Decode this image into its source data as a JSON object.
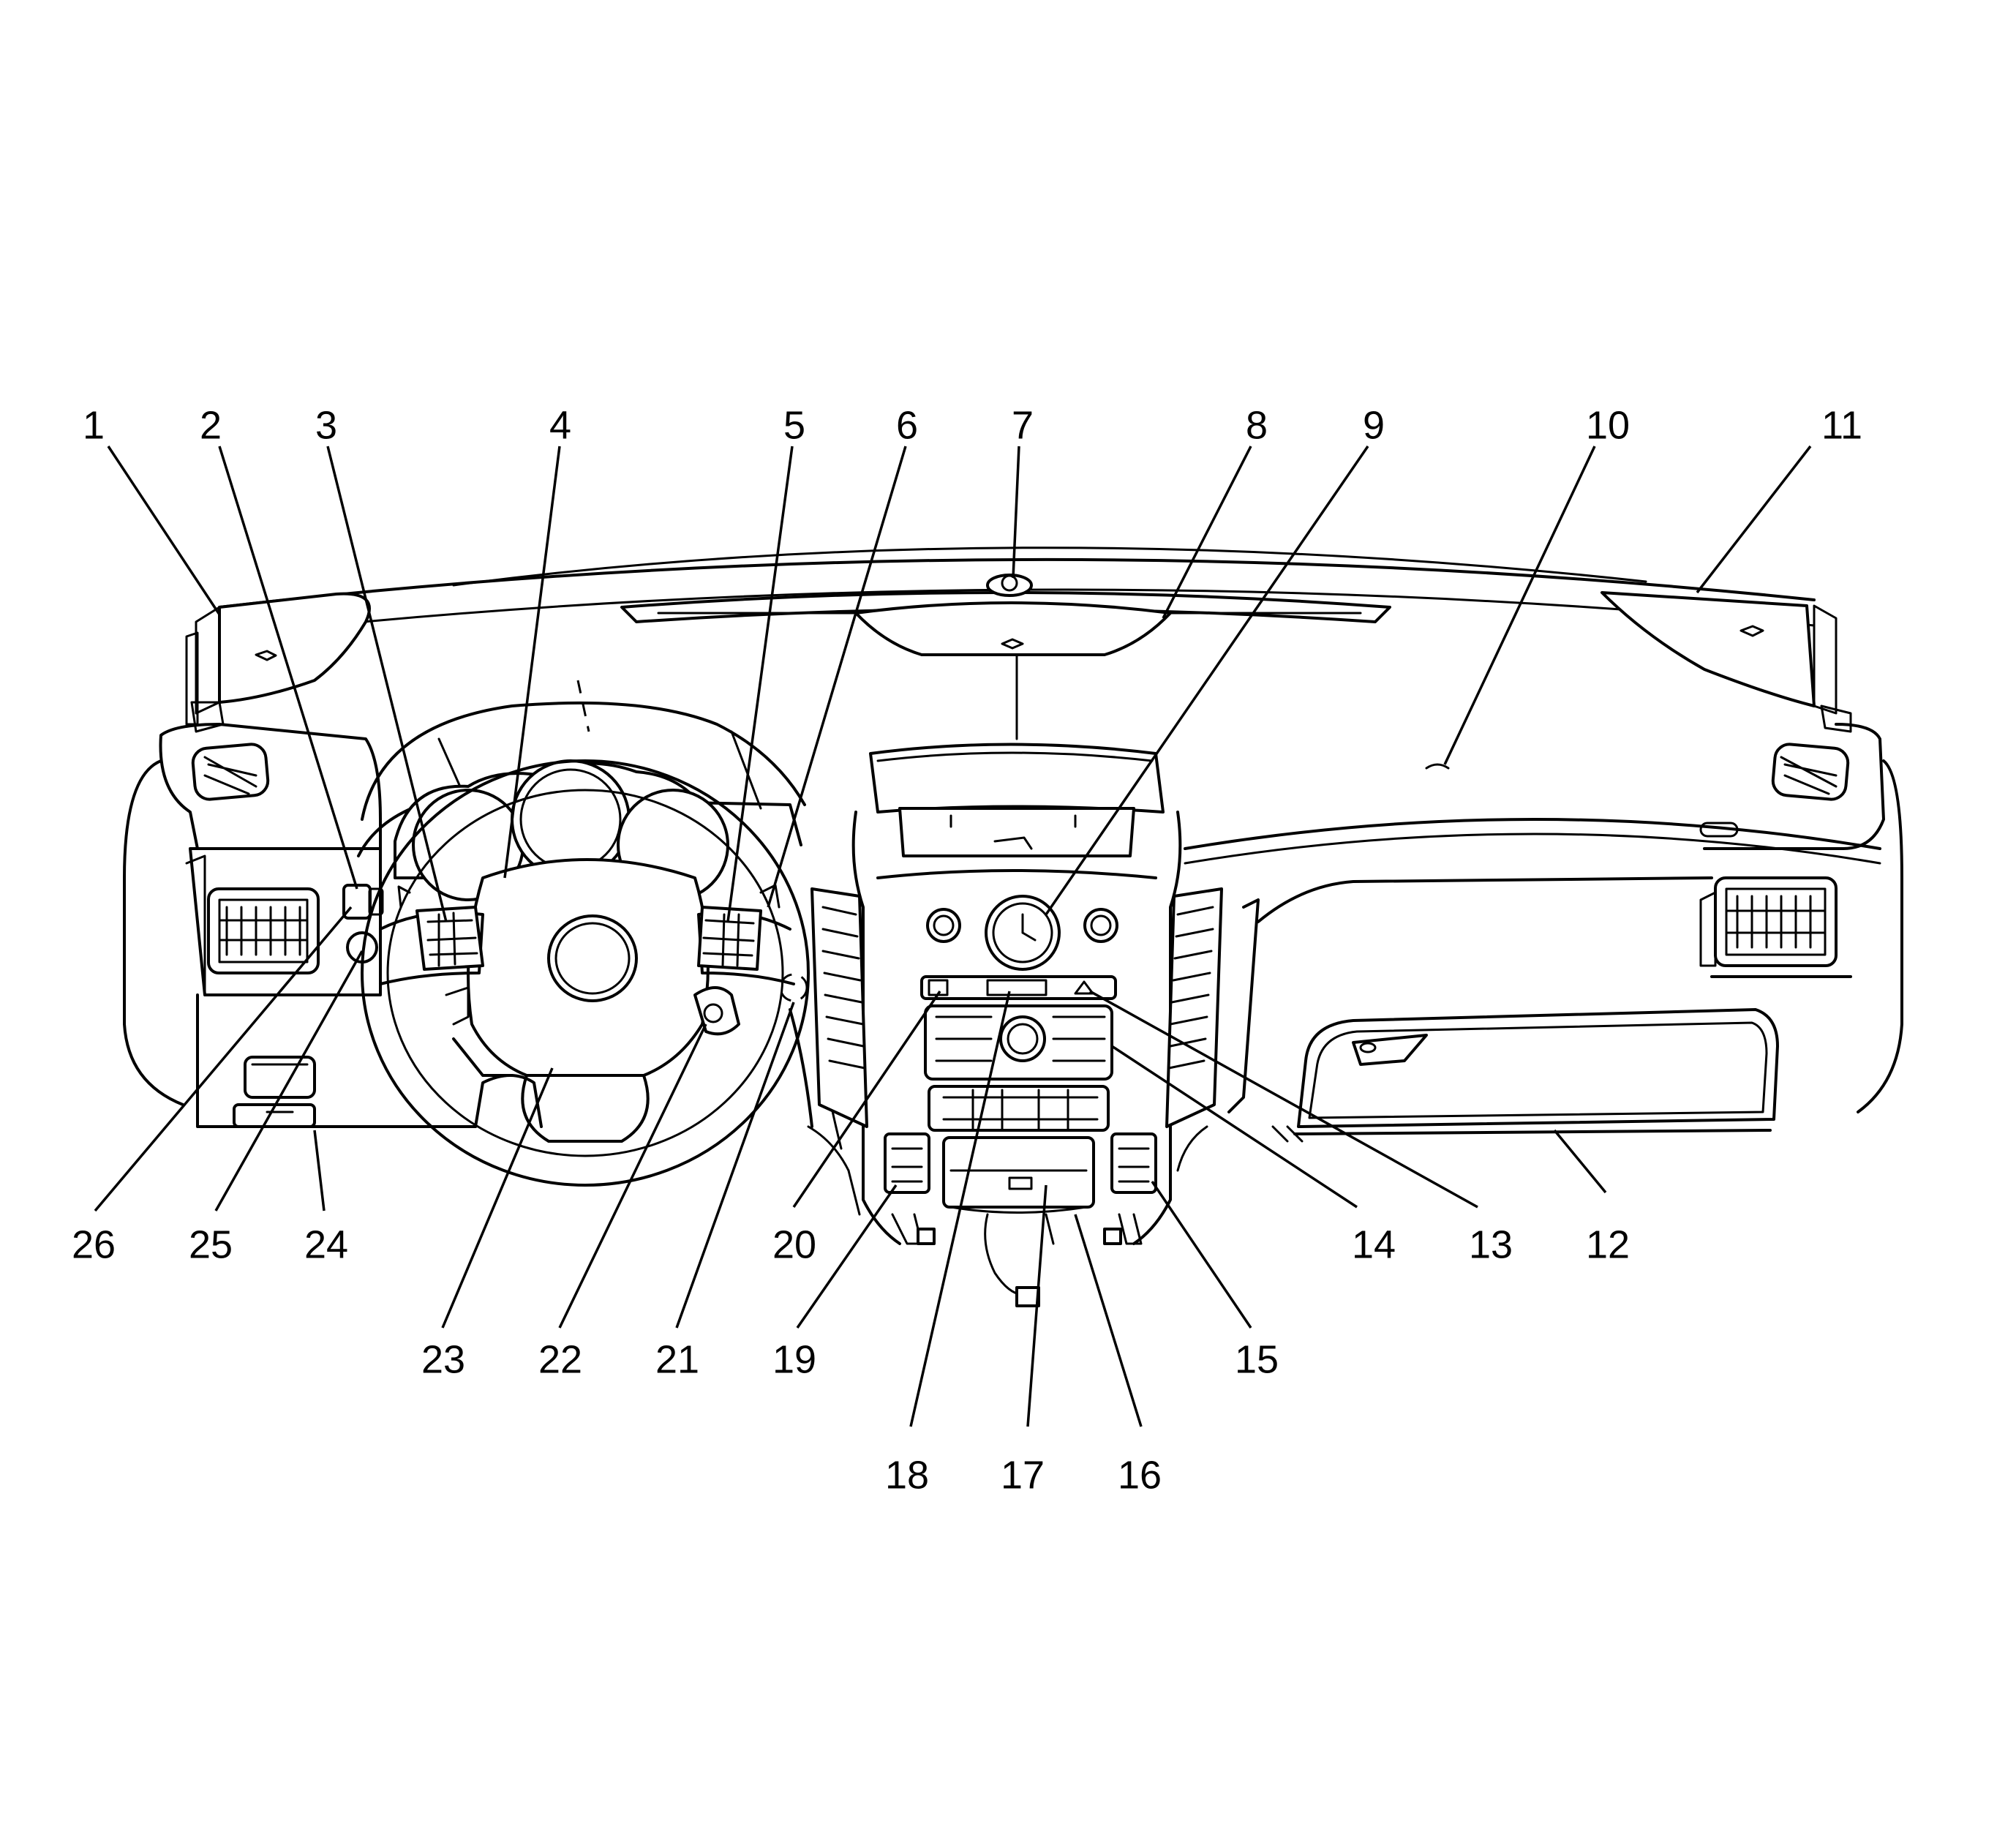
{
  "diagram": {
    "type": "instrument-panel-component-views",
    "colors": {
      "line": "#000000",
      "background": "#ffffff"
    },
    "callouts": [
      {
        "id": "1",
        "label": "1"
      },
      {
        "id": "2",
        "label": "2"
      },
      {
        "id": "3",
        "label": "3"
      },
      {
        "id": "4",
        "label": "4"
      },
      {
        "id": "5",
        "label": "5"
      },
      {
        "id": "6",
        "label": "6"
      },
      {
        "id": "7",
        "label": "7"
      },
      {
        "id": "8",
        "label": "8"
      },
      {
        "id": "9",
        "label": "9"
      },
      {
        "id": "10",
        "label": "10"
      },
      {
        "id": "11",
        "label": "11"
      },
      {
        "id": "12",
        "label": "12"
      },
      {
        "id": "13",
        "label": "13"
      },
      {
        "id": "14",
        "label": "14"
      },
      {
        "id": "15",
        "label": "15"
      },
      {
        "id": "16",
        "label": "16"
      },
      {
        "id": "17",
        "label": "17"
      },
      {
        "id": "18",
        "label": "18"
      },
      {
        "id": "19",
        "label": "19"
      },
      {
        "id": "20",
        "label": "20"
      },
      {
        "id": "21",
        "label": "21"
      },
      {
        "id": "22",
        "label": "22"
      },
      {
        "id": "23",
        "label": "23"
      },
      {
        "id": "24",
        "label": "24"
      },
      {
        "id": "25",
        "label": "25"
      },
      {
        "id": "26",
        "label": "26"
      }
    ]
  }
}
